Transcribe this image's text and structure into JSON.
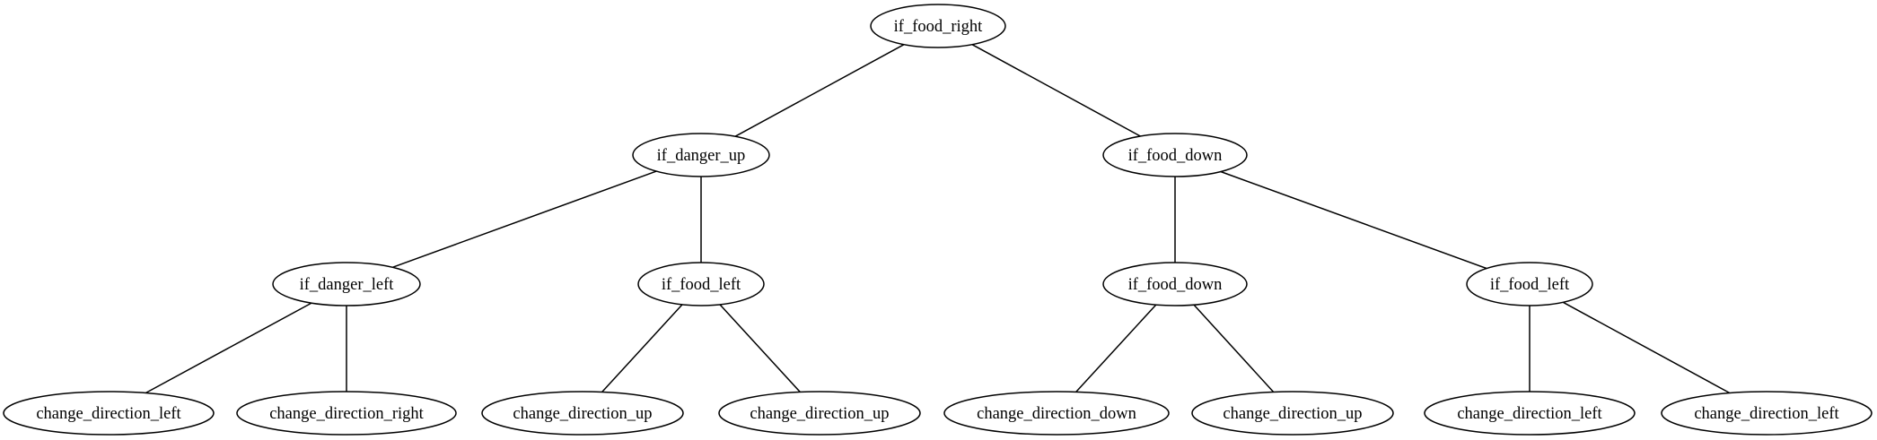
{
  "diagram": {
    "type": "tree",
    "nodes": [
      {
        "id": "n0",
        "label": "if_food_right"
      },
      {
        "id": "n1",
        "label": "if_danger_up"
      },
      {
        "id": "n2",
        "label": "if_food_down"
      },
      {
        "id": "n3",
        "label": "if_danger_left"
      },
      {
        "id": "n4",
        "label": "if_food_left"
      },
      {
        "id": "n5",
        "label": "if_food_down"
      },
      {
        "id": "n6",
        "label": "if_food_left"
      },
      {
        "id": "n7",
        "label": "change_direction_left"
      },
      {
        "id": "n8",
        "label": "change_direction_right"
      },
      {
        "id": "n9",
        "label": "change_direction_up"
      },
      {
        "id": "n10",
        "label": "change_direction_up"
      },
      {
        "id": "n11",
        "label": "change_direction_down"
      },
      {
        "id": "n12",
        "label": "change_direction_up"
      },
      {
        "id": "n13",
        "label": "change_direction_left"
      },
      {
        "id": "n14",
        "label": "change_direction_left"
      }
    ],
    "edges": [
      {
        "from": "n0",
        "to": "n1"
      },
      {
        "from": "n0",
        "to": "n2"
      },
      {
        "from": "n1",
        "to": "n3"
      },
      {
        "from": "n1",
        "to": "n4"
      },
      {
        "from": "n2",
        "to": "n5"
      },
      {
        "from": "n2",
        "to": "n6"
      },
      {
        "from": "n3",
        "to": "n7"
      },
      {
        "from": "n3",
        "to": "n8"
      },
      {
        "from": "n4",
        "to": "n9"
      },
      {
        "from": "n4",
        "to": "n10"
      },
      {
        "from": "n5",
        "to": "n11"
      },
      {
        "from": "n5",
        "to": "n12"
      },
      {
        "from": "n6",
        "to": "n13"
      },
      {
        "from": "n6",
        "to": "n14"
      }
    ]
  }
}
